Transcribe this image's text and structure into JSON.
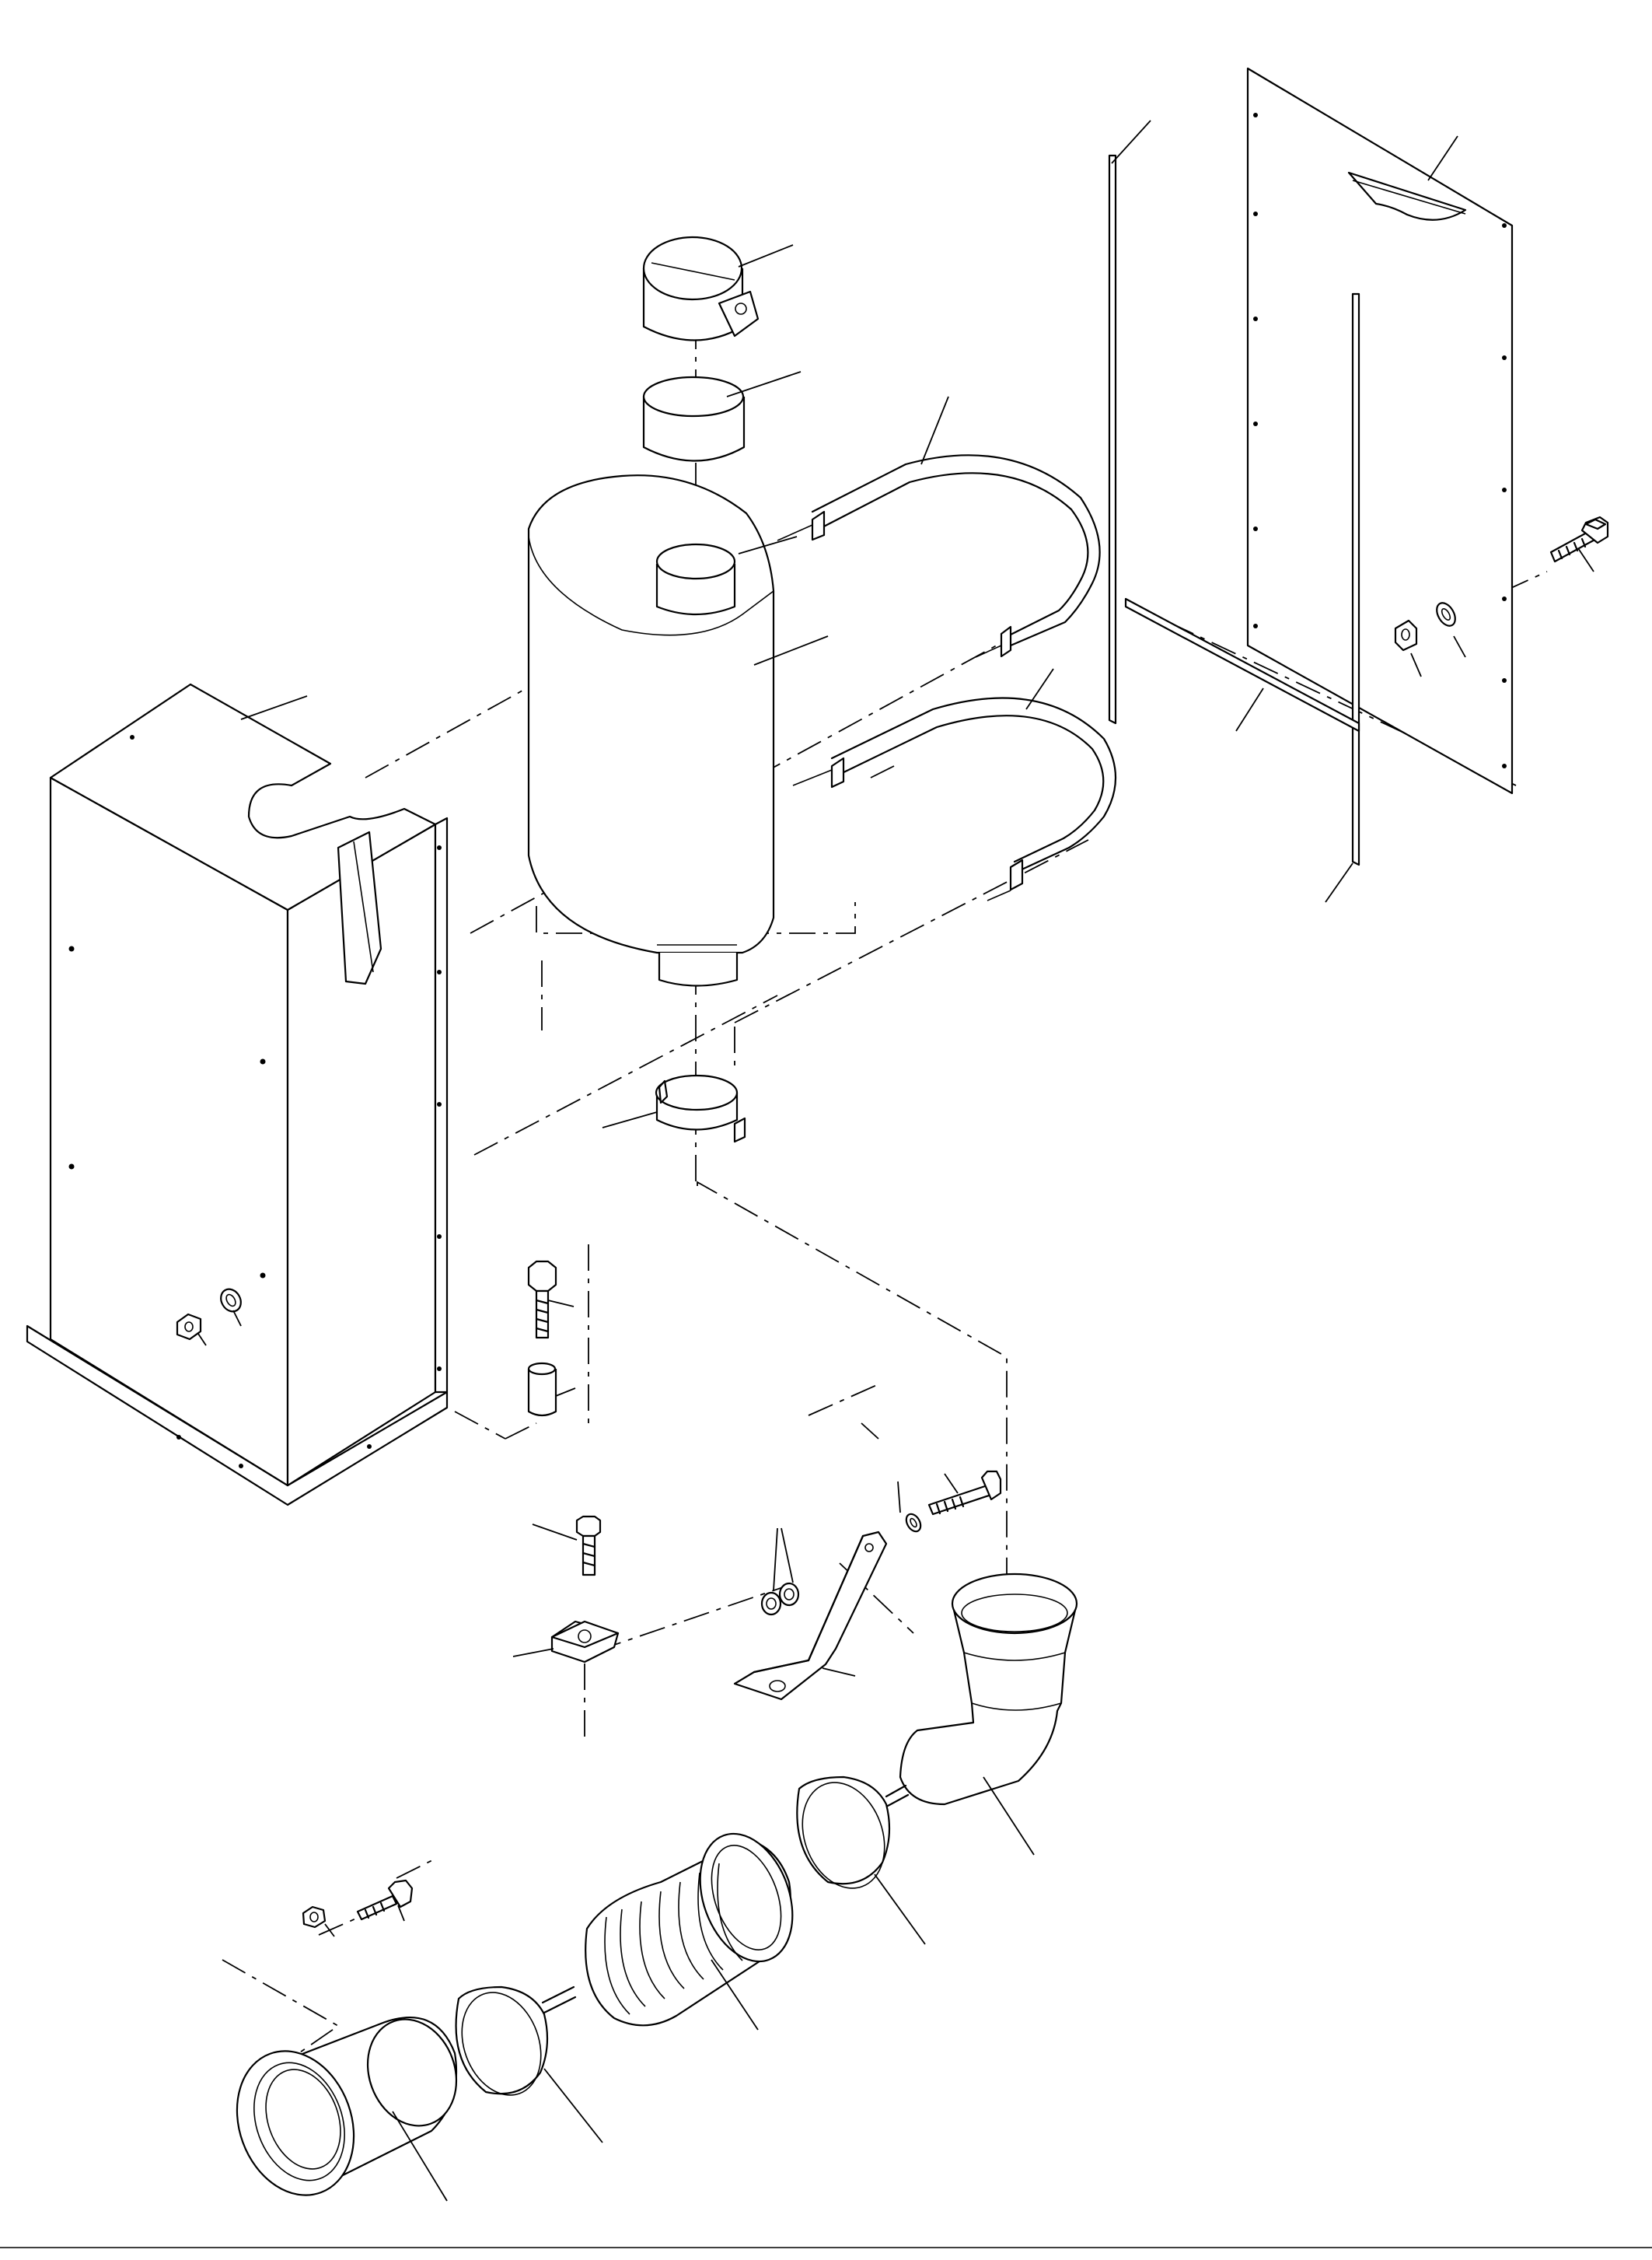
{
  "diagram": {
    "kind": "exploded-parts-view",
    "text_labels": [],
    "parts": [
      "rain-cap",
      "cap-sleeve",
      "muffler",
      "muffler-strap-upper",
      "muffler-strap-lower",
      "muffler-housing",
      "side-panel",
      "edge-strip-left",
      "edge-strip-right",
      "cross-strip",
      "tail-clamp",
      "spacer-bolt",
      "spacer",
      "support-bracket",
      "bracket-bolt",
      "bracket-washer",
      "nut-pair",
      "mount-bolt",
      "mount-plate",
      "elbow-pipe",
      "band-clamp-upper",
      "flex-bellows",
      "band-clamp-lower",
      "flanged-inlet",
      "flange-bolt",
      "flange-nut",
      "panel-bolt",
      "panel-washer",
      "panel-nut",
      "housing-nut",
      "housing-washer"
    ]
  }
}
